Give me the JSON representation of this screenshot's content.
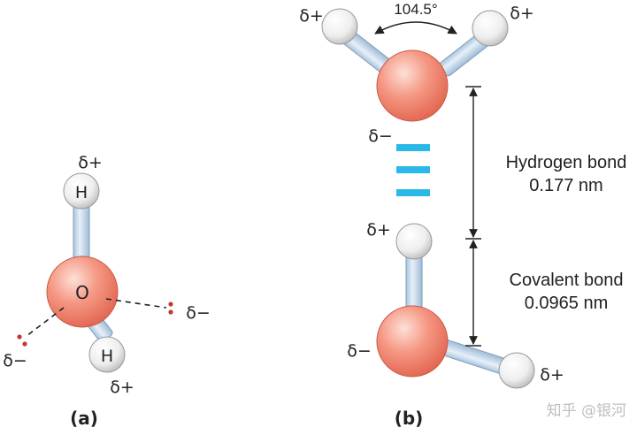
{
  "panel_a": {
    "label": "(a)",
    "atom_o": "O",
    "atom_h_top": "H",
    "atom_h_bottom": "H",
    "charge_h_top": "δ+",
    "charge_h_bottom": "δ+",
    "charge_lone_left": "δ−",
    "charge_lone_right": "δ−"
  },
  "panel_b": {
    "label": "(b)",
    "angle": "104.5°",
    "charge_top_h_left": "δ+",
    "charge_top_h_right": "δ+",
    "charge_top_o": "δ−",
    "charge_bottom_h_top": "δ+",
    "charge_bottom_o": "δ−",
    "charge_bottom_h_right": "δ+",
    "hydrogen_bond_label": "Hydrogen bond",
    "hydrogen_bond_length": "0.177 nm",
    "covalent_bond_label": "Covalent bond",
    "covalent_bond_length": "0.0965 nm"
  },
  "watermark": "知乎 @银河",
  "colors": {
    "oxygen": "#f08f7e",
    "hydrogen": "#f2f2f2",
    "bond_stick": "#c9ddf0",
    "hbond_dash": "#29b8e8",
    "lone_pair": "#c0392b"
  }
}
